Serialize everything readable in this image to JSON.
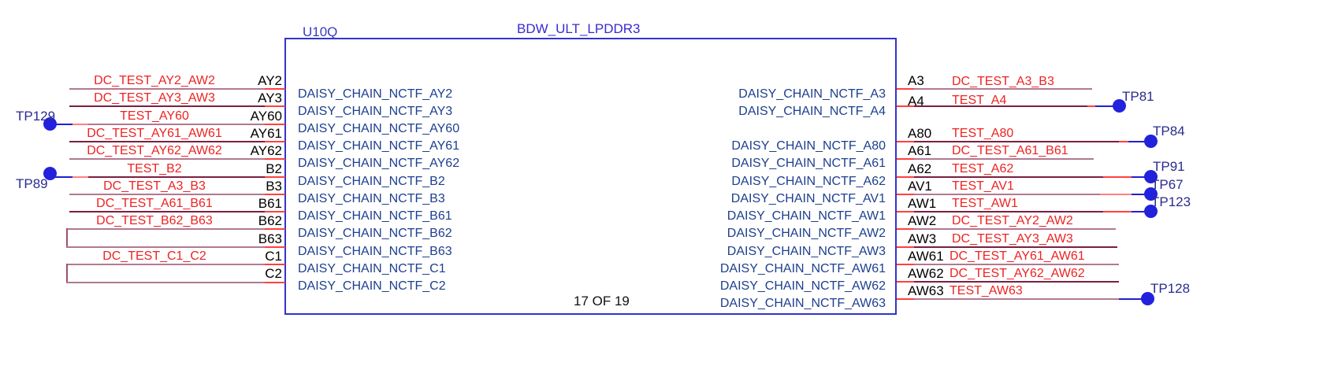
{
  "sheet": {
    "page_label": "17 OF 19",
    "background": "#ffffff"
  },
  "component": {
    "refdes": "U10Q",
    "part_name": "BDW_ULT_LPDDR3",
    "border_color": "#3333cc"
  },
  "colors": {
    "net_name": "#ee2222",
    "pin_name": "#000000",
    "inner_signal": "#1d3f8f",
    "refdes": "#3a3ac0",
    "part": "#3a2ad0",
    "testpoint": "#2b2b8f",
    "wire_dark": "#7a2040",
    "wire_light": "#b07a90",
    "wire_red": "#ff4040",
    "testpoint_dot": "#2222dd"
  },
  "left_pins": [
    {
      "net": "DC_TEST_AY2_AW2",
      "pin": "AY2",
      "signal": "DAISY_CHAIN_NCTF_AY2"
    },
    {
      "net": "DC_TEST_AY3_AW3",
      "pin": "AY3",
      "signal": "DAISY_CHAIN_NCTF_AY3"
    },
    {
      "net": "TEST_AY60",
      "pin": "AY60",
      "signal": "DAISY_CHAIN_NCTF_AY60"
    },
    {
      "net": "DC_TEST_AY61_AW61",
      "pin": "AY61",
      "signal": "DAISY_CHAIN_NCTF_AY61"
    },
    {
      "net": "DC_TEST_AY62_AW62",
      "pin": "AY62",
      "signal": "DAISY_CHAIN_NCTF_AY62"
    },
    {
      "net": "TEST_B2",
      "pin": "B2",
      "signal": "DAISY_CHAIN_NCTF_B2"
    },
    {
      "net": "DC_TEST_A3_B3",
      "pin": "B3",
      "signal": "DAISY_CHAIN_NCTF_B3"
    },
    {
      "net": "DC_TEST_A61_B61",
      "pin": "B61",
      "signal": "DAISY_CHAIN_NCTF_B61"
    },
    {
      "net": "DC_TEST_B62_B63",
      "pin": "B62",
      "signal": "DAISY_CHAIN_NCTF_B62"
    },
    {
      "net": "",
      "pin": "B63",
      "signal": "DAISY_CHAIN_NCTF_B63"
    },
    {
      "net": "DC_TEST_C1_C2",
      "pin": "C1",
      "signal": "DAISY_CHAIN_NCTF_C1"
    },
    {
      "net": "",
      "pin": "C2",
      "signal": "DAISY_CHAIN_NCTF_C2"
    }
  ],
  "right_pins": [
    {
      "pin": "A3",
      "net": "DC_TEST_A3_B3",
      "signal": "DAISY_CHAIN_NCTF_A3"
    },
    {
      "pin": "A4",
      "net": "TEST_A4",
      "signal": "DAISY_CHAIN_NCTF_A4"
    },
    {
      "pin": "A80",
      "net": "TEST_A80",
      "signal": "DAISY_CHAIN_NCTF_A80"
    },
    {
      "pin": "A61",
      "net": "DC_TEST_A61_B61",
      "signal": "DAISY_CHAIN_NCTF_A61"
    },
    {
      "pin": "A62",
      "net": "TEST_A62",
      "signal": "DAISY_CHAIN_NCTF_A62"
    },
    {
      "pin": "AV1",
      "net": "TEST_AV1",
      "signal": "DAISY_CHAIN_NCTF_AV1"
    },
    {
      "pin": "AW1",
      "net": "TEST_AW1",
      "signal": "DAISY_CHAIN_NCTF_AW1"
    },
    {
      "pin": "AW2",
      "net": "DC_TEST_AY2_AW2",
      "signal": "DAISY_CHAIN_NCTF_AW2"
    },
    {
      "pin": "AW3",
      "net": "DC_TEST_AY3_AW3",
      "signal": "DAISY_CHAIN_NCTF_AW3"
    },
    {
      "pin": "AW61",
      "net": "DC_TEST_AY61_AW61",
      "signal": "DAISY_CHAIN_NCTF_AW61"
    },
    {
      "pin": "AW62",
      "net": "DC_TEST_AY62_AW62",
      "signal": "DAISY_CHAIN_NCTF_AW62"
    },
    {
      "pin": "AW63",
      "net": "TEST_AW63",
      "signal": "DAISY_CHAIN_NCTF_AW63"
    }
  ],
  "test_points": {
    "left": [
      {
        "label": "TP129"
      },
      {
        "label": "TP89"
      }
    ],
    "right": [
      {
        "label": "TP81"
      },
      {
        "label": "TP84"
      },
      {
        "label": "TP91"
      },
      {
        "label": "TP67"
      },
      {
        "label": "TP123"
      },
      {
        "label": "TP128"
      }
    ]
  }
}
